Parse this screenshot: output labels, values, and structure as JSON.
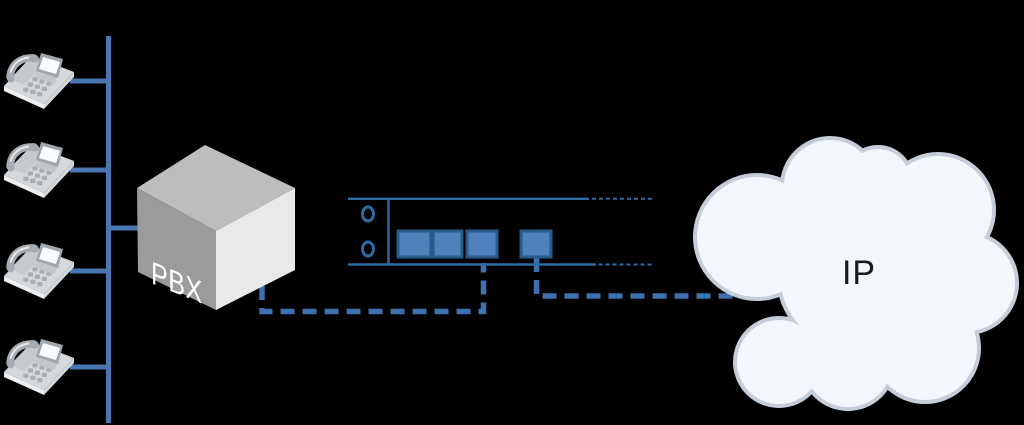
{
  "diagram": {
    "type": "network-topology",
    "phones": {
      "icon": "desk-phone-icon",
      "count": 4
    },
    "pbx": {
      "label": "PBX",
      "icon": "pbx-cube-icon"
    },
    "gateway": {
      "icon": "gateway-panel-icon",
      "square_ports": 4,
      "round_ports": 2
    },
    "cloud": {
      "label": "IP",
      "icon": "network-cloud-icon"
    },
    "links": {
      "pbx_to_gateway": "dashed",
      "gateway_to_cloud": "dashed",
      "phones_to_pbx": "solid-bus"
    },
    "colors": {
      "background": "#000000",
      "connector-blue": "#4a77b2",
      "device-outline": "#2d6ba3",
      "port-fill": "#4f81bd",
      "port-border": "#2a5a8c",
      "dash-blue": "#3e6fae",
      "cloud-fill": "#f3f6fa",
      "cloud-border": "#c5cdd9",
      "cube-top": "#bdbdbd",
      "cube-left": "#9b9b9b",
      "cube-right": "#e9e9e9",
      "pbx-text": "#ffffff",
      "ip-text": "#1a1a1a"
    }
  }
}
